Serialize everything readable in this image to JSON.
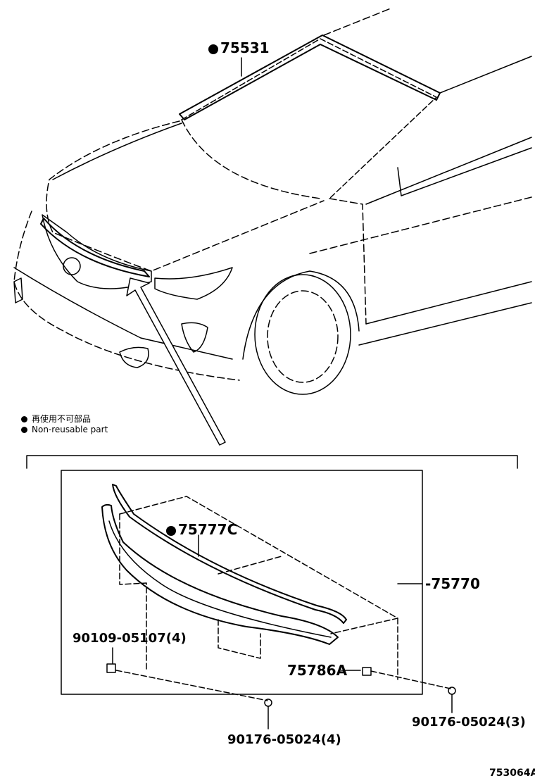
{
  "legend": {
    "jp": "再使用不可部品",
    "en": "Non-reusable part"
  },
  "parts": {
    "windshield_molding": "75531",
    "hood_molding_sub": "75777C",
    "hood_molding_assy": "75770",
    "clip_upper": "90109-05107(4)",
    "clip_mid": "75786A",
    "nut_left": "90176-05024(4)",
    "nut_right": "90176-05024(3)"
  },
  "diagram_code": "753064A"
}
